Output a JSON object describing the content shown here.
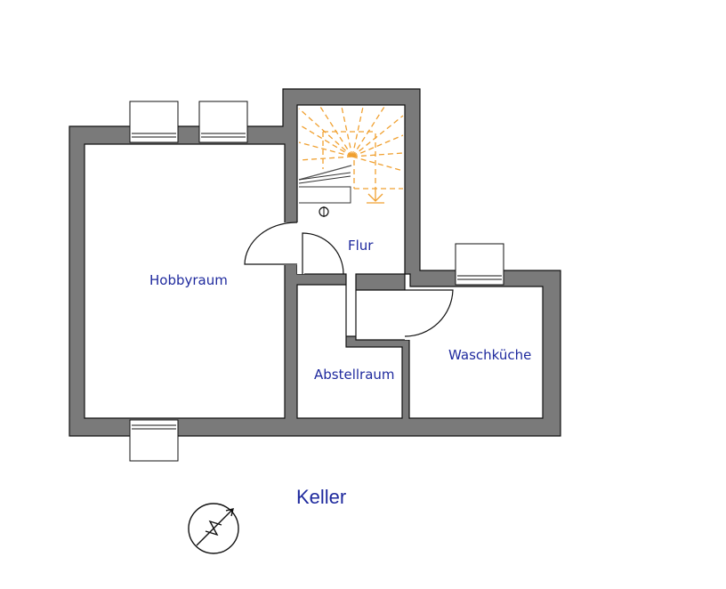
{
  "plan": {
    "title": "Keller",
    "rooms": {
      "hobbyraum": "Hobbyraum",
      "flur": "Flur",
      "abstellraum": "Abstellraum",
      "waschkueche": "Waschküche"
    }
  },
  "colors": {
    "wall": "#7a7a7a",
    "wall_outline": "#111111",
    "stair": "#f0a030",
    "label": "#1f2a9e"
  },
  "icons": {
    "compass": "north-arrow-icon"
  }
}
